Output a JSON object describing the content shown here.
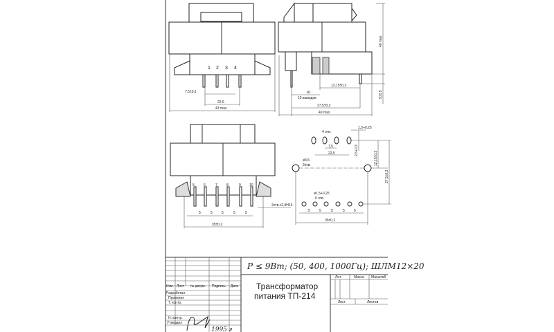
{
  "top_left_view": {
    "pins": [
      "1",
      "2",
      "3",
      "4"
    ],
    "dim_pitch": "7,5±0,1",
    "dim_span": "22,5",
    "dim_width": "43 max"
  },
  "top_right_view": {
    "dim_offset": "12,15±0,2",
    "pin_dia": "ø1",
    "pin_count": "10 выводов",
    "dim_pins": "27,5±0,2",
    "dim_depth": "40 max",
    "dim_height": "40 max",
    "dim_pin_length": "5±0,5"
  },
  "bottom_left_view": {
    "pins": [
      "5",
      "6",
      "7",
      "8",
      "9",
      "10"
    ],
    "pitches": [
      "5",
      "5",
      "5",
      "5",
      "5"
    ],
    "dim_span": "35±0,2",
    "holes_note": "2отв.с2,9Н13"
  },
  "footprint_view": {
    "top_holes_note": "4 отв.",
    "top_hole_size": "1,5+0,25",
    "top_pitch": "7,5",
    "top_span": "22,5",
    "slot_dim": "2,6+0,3",
    "dim_row_offset": "12,15±0,2",
    "dim_rows": "27,5±0,2",
    "mount_hole_dia": "ø3,5",
    "mount_hole_count": "2отв.",
    "bottom_hole_size": "ø1,5+0,25",
    "bottom_holes_note": "6 отв.",
    "bottom_pitches": [
      "5",
      "5",
      "5",
      "5",
      "5"
    ],
    "bottom_span": "35±0,2"
  },
  "title_block": {
    "spec_handwritten": "P ≤ 9Вт; (50, 400, 1000Гц); ШЛМ12×20",
    "headers": [
      "Изм.",
      "Лист",
      "№ докум.",
      "Подпись",
      "Дата"
    ],
    "roles": [
      "Разработал",
      "Проверил",
      "Т. контр.",
      "Н. контр.",
      "Утвердил"
    ],
    "title_line1": "Трансформатор",
    "title_line2": "питания ТП-214",
    "lit": "Лит.",
    "mass": "Масса",
    "scale": "Масштаб",
    "sheet": "Лист",
    "sheets": "Листов",
    "year_handwritten": "1995 г"
  }
}
